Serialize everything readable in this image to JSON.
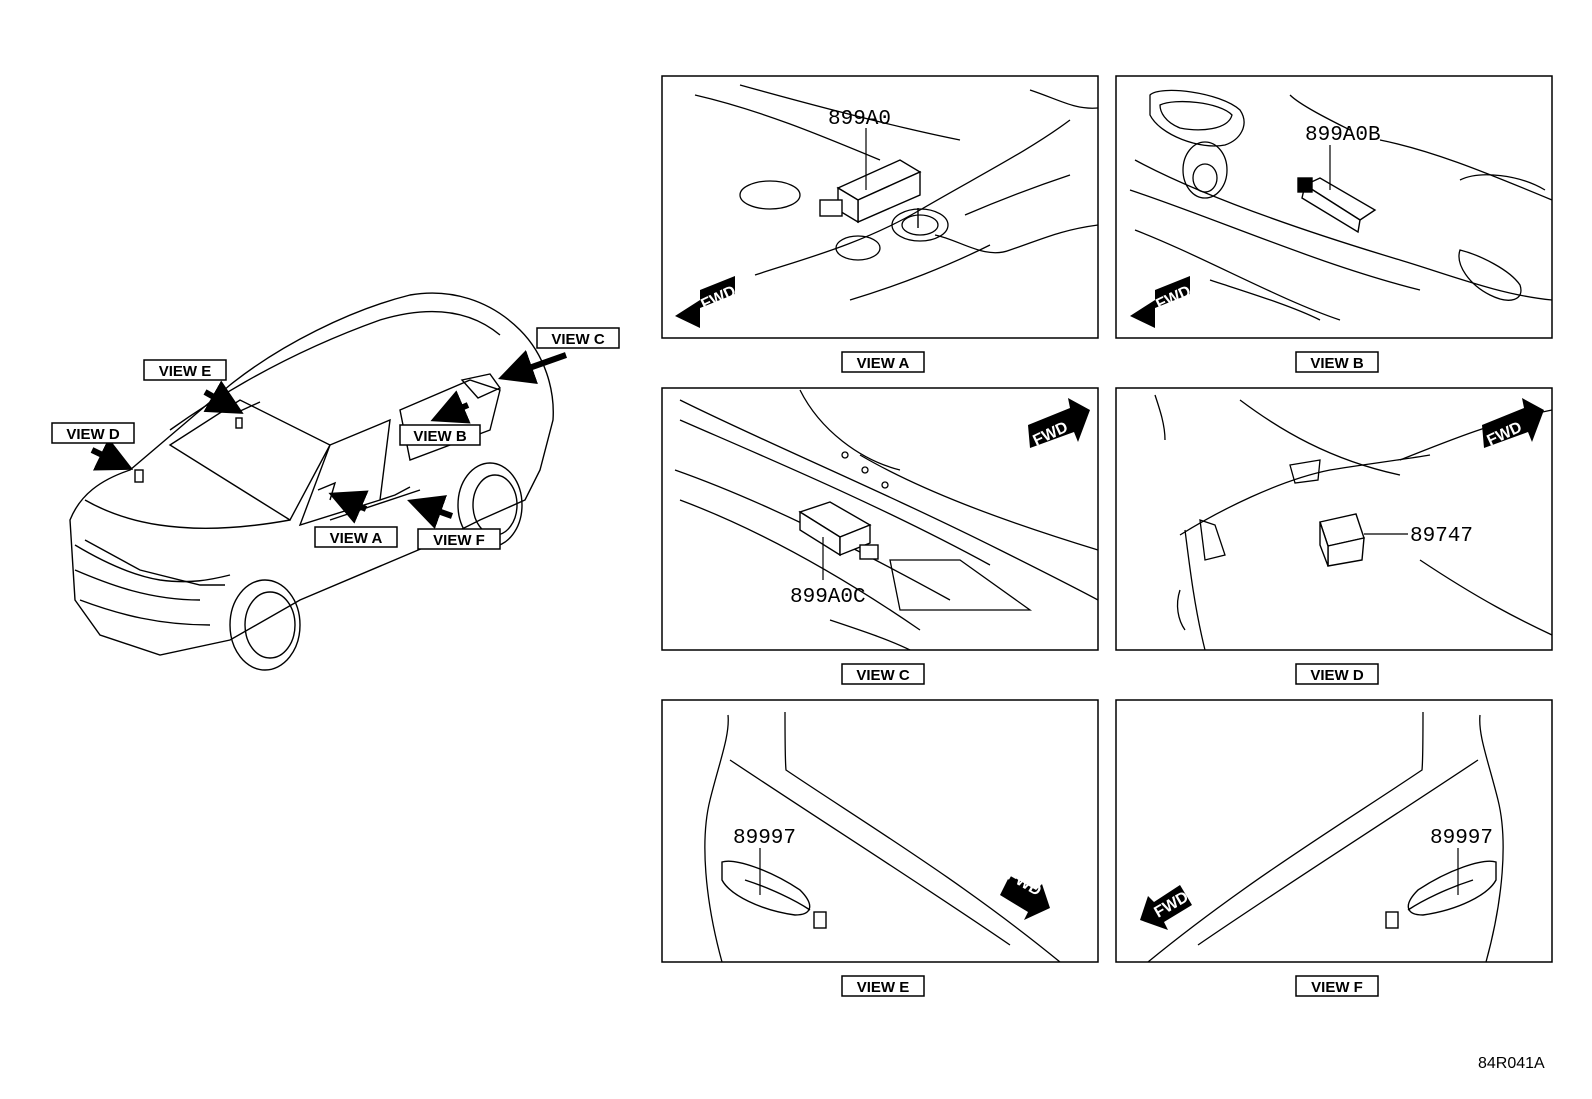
{
  "overview": {
    "callouts": {
      "view_a": "VIEW A",
      "view_b": "VIEW B",
      "view_c": "VIEW C",
      "view_d": "VIEW D",
      "view_e": "VIEW E",
      "view_f": "VIEW F"
    }
  },
  "panels": {
    "a": {
      "caption": "VIEW A",
      "part": "899A0",
      "fwd": "FWD"
    },
    "b": {
      "caption": "VIEW B",
      "part": "899A0B",
      "fwd": "FWD"
    },
    "c": {
      "caption": "VIEW C",
      "part": "899A0C",
      "fwd": "FWD"
    },
    "d": {
      "caption": "VIEW D",
      "part": "89747",
      "fwd": "FWD"
    },
    "e": {
      "caption": "VIEW E",
      "part": "89997",
      "fwd": "FWD"
    },
    "f": {
      "caption": "VIEW F",
      "part": "89997",
      "fwd": "FWD"
    }
  },
  "diagram_code": "84R041A"
}
